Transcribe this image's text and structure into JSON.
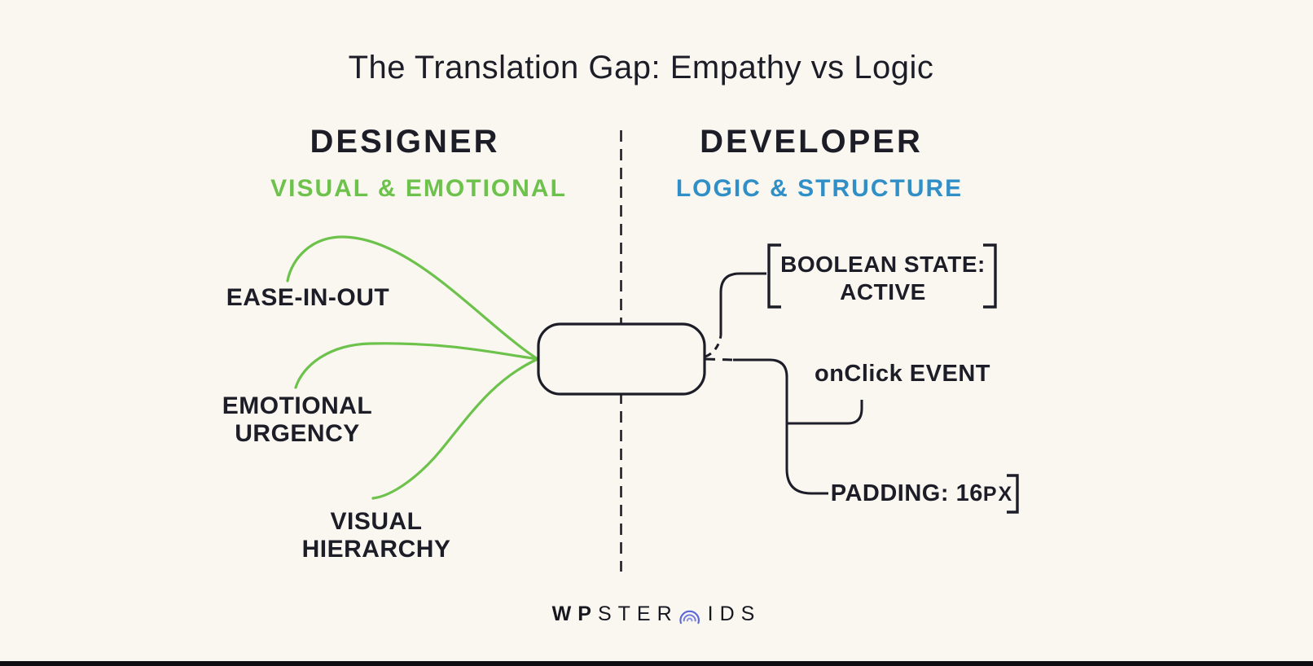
{
  "title": "The Translation Gap: Empathy vs Logic",
  "designer": {
    "heading": "DESIGNER",
    "subheading": "VISUAL & EMOTIONAL",
    "items": [
      {
        "line1": "EASE-IN-OUT"
      },
      {
        "line1": "EMOTIONAL",
        "line2": "URGENCY"
      },
      {
        "line1": "VISUAL",
        "line2": "HIERARCHY"
      }
    ]
  },
  "developer": {
    "heading": "DEVELOPER",
    "subheading": "LOGIC & STRUCTURE",
    "items": [
      {
        "line1": "BOOLEAN STATE:",
        "line2": "ACTIVE"
      },
      {
        "line1": "onClick EVENT"
      },
      {
        "value": "PADDING: 16",
        "unit": "PX"
      }
    ]
  },
  "footer": {
    "logo_wp": "WP",
    "logo_ster": "STER",
    "logo_ids": "IDS",
    "logo_icon": "concentric-arcs-icon"
  },
  "colors": {
    "background": "#FAF7F1",
    "ink": "#1D1D28",
    "designer_green": "#6CC24A",
    "developer_blue": "#2F8FC6",
    "logo_accent": "#5B67DB",
    "bottom_bar": "#0E0E12"
  }
}
